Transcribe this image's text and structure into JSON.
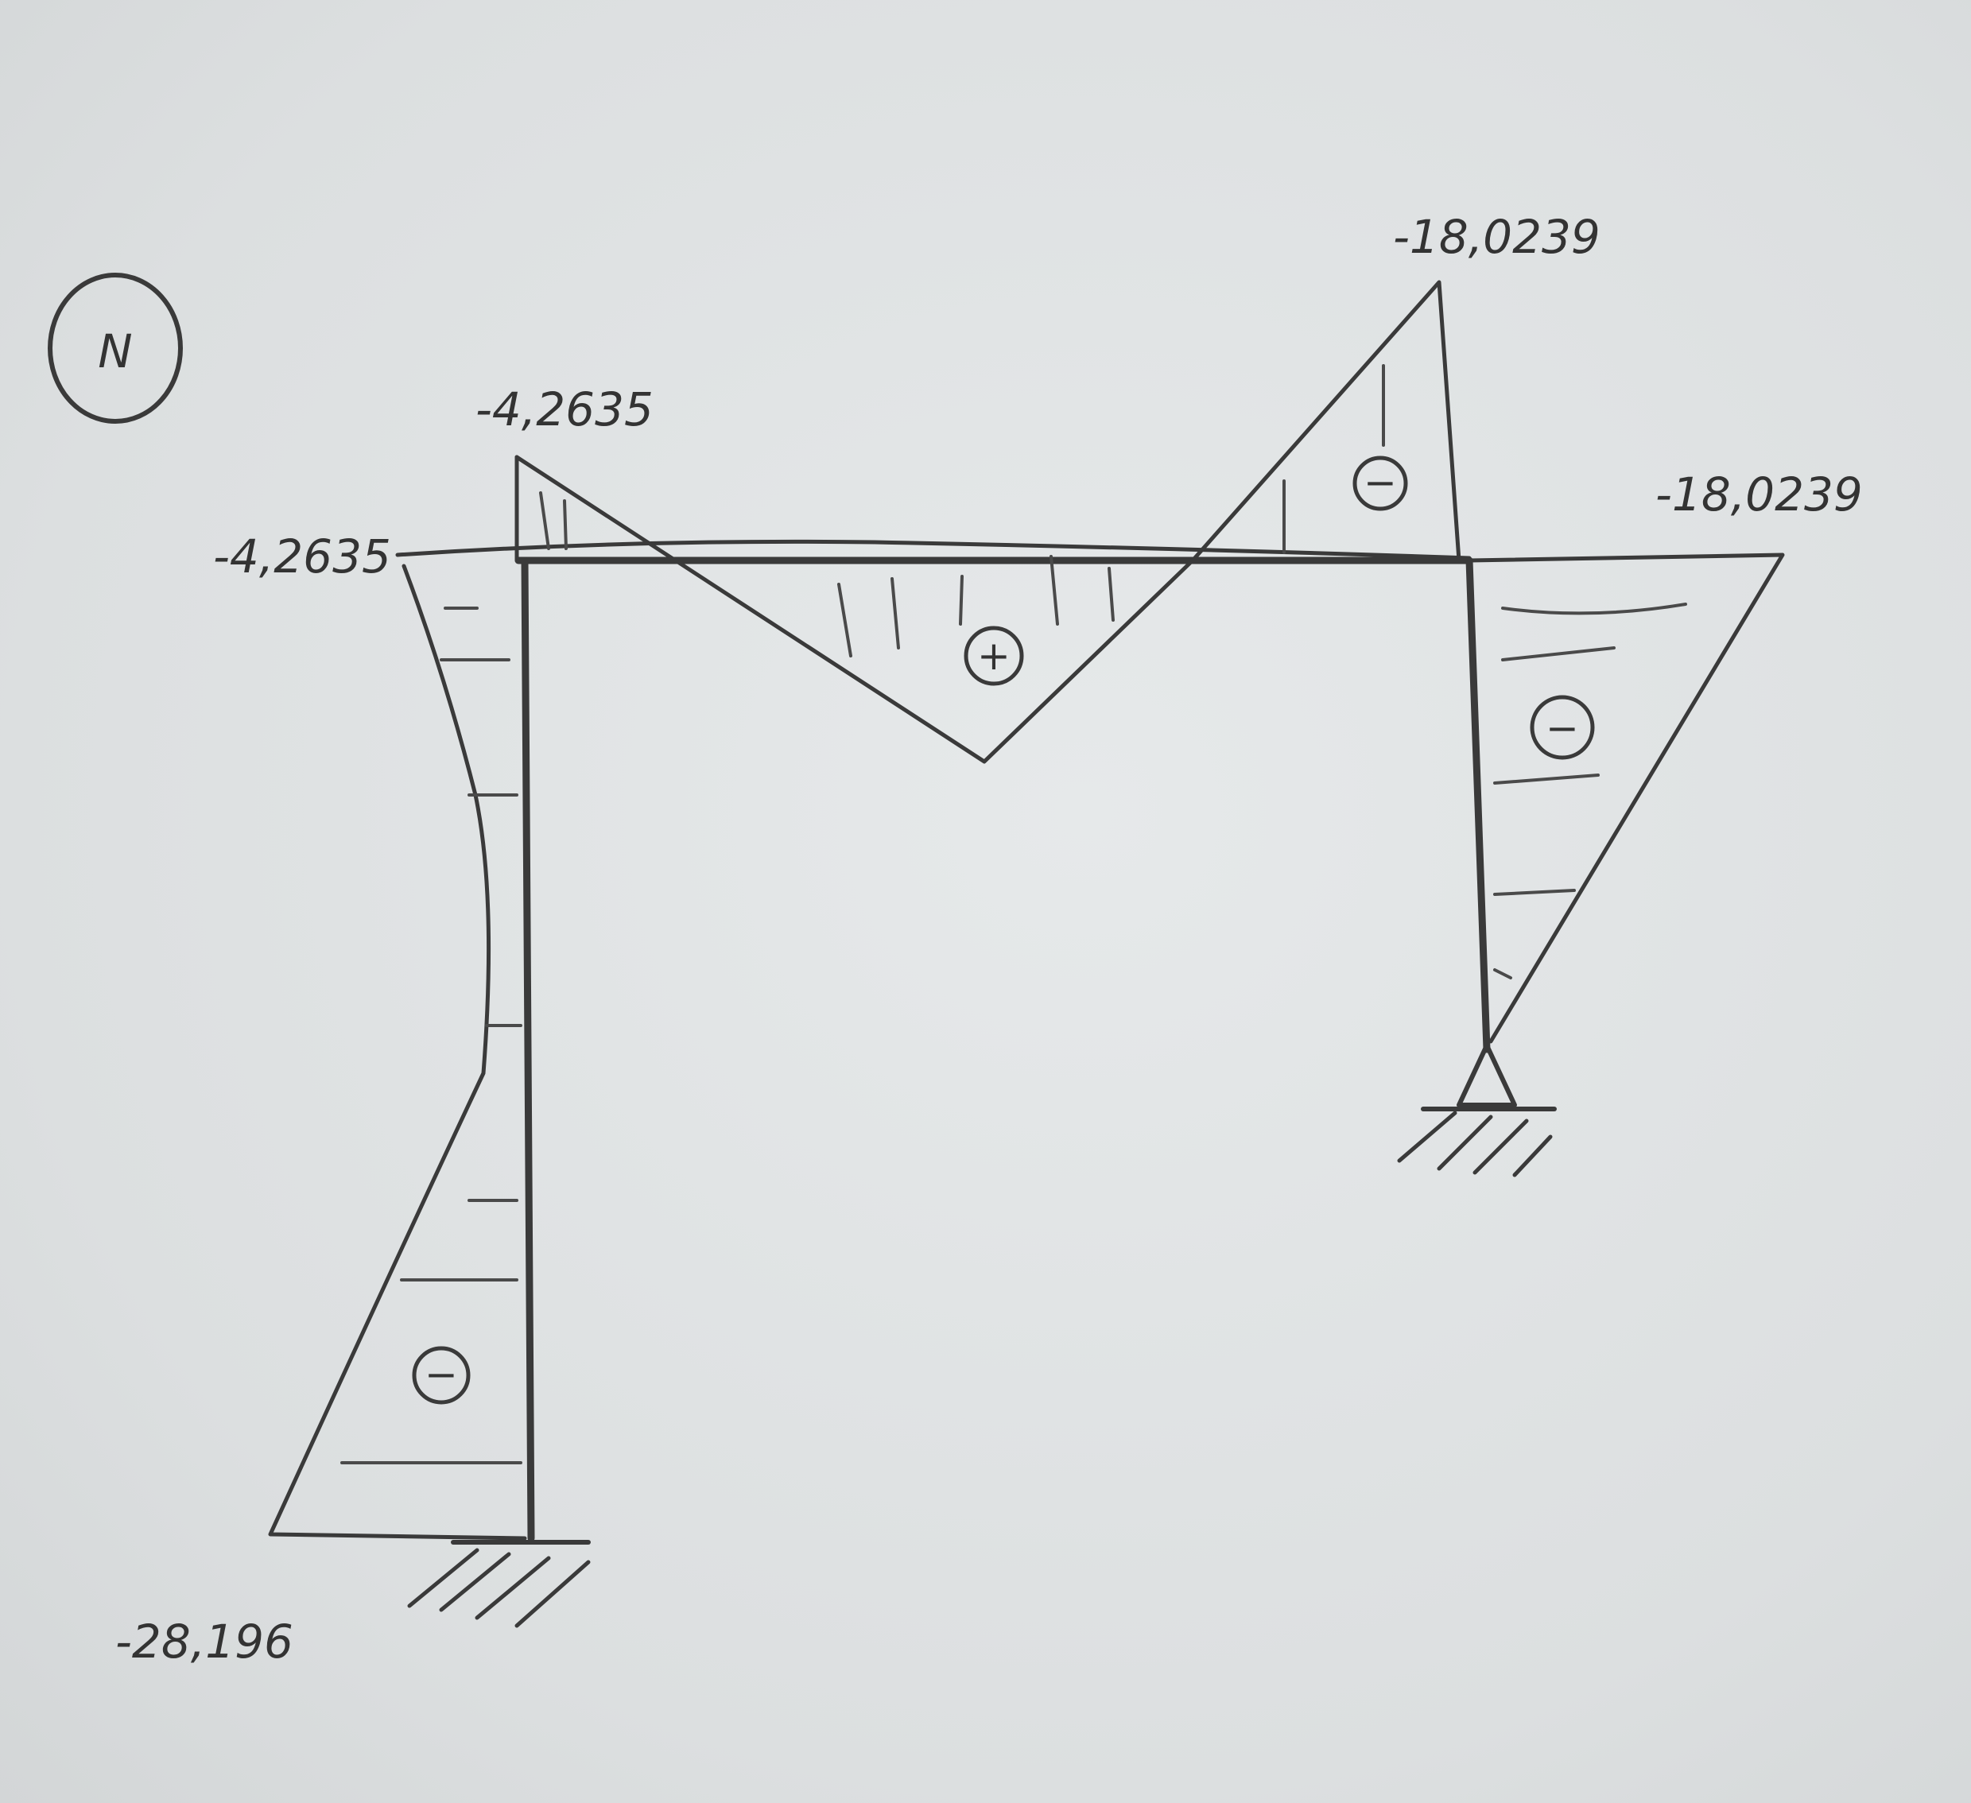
{
  "diagram": {
    "label_circle": "N",
    "values": {
      "top_left_beam": "-4,2635",
      "top_left_column": "-4,2635",
      "top_right_beam": "-18,0239",
      "top_right_column": "-18,0239",
      "bottom_left_column": "-28,196"
    },
    "signs": {
      "left_column": "−",
      "beam_middle": "+",
      "beam_right": "−",
      "right_column": "−"
    }
  }
}
